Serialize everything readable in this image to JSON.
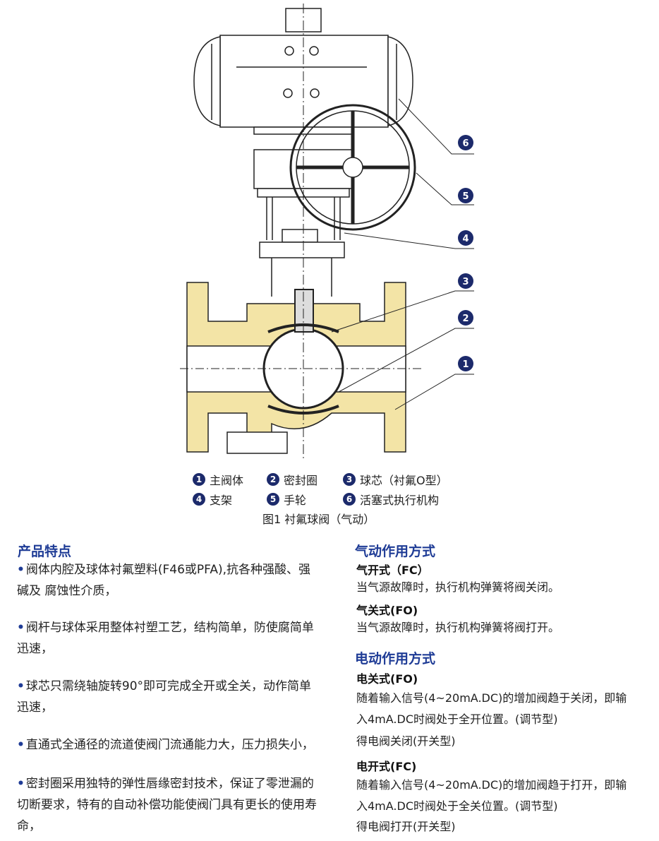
{
  "diagram": {
    "callouts": [
      "6",
      "5",
      "4",
      "3",
      "2",
      "1"
    ],
    "colors": {
      "body_fill": "#f3e4a6",
      "line": "#222222",
      "callout": "#1c2a6b"
    }
  },
  "legend": [
    {
      "num": "1",
      "label": "主阀体"
    },
    {
      "num": "2",
      "label": "密封圈"
    },
    {
      "num": "3",
      "label": "球芯（衬氟O型）"
    },
    {
      "num": "4",
      "label": "支架"
    },
    {
      "num": "5",
      "label": "手轮"
    },
    {
      "num": "6",
      "label": "活塞式执行机构"
    }
  ],
  "caption": "图1  衬氟球阀（气动）",
  "features": {
    "title": "产品特点",
    "items": [
      "阀体内腔及球体衬氟塑料(F46或PFA),抗各种强酸、强碱及 腐蚀性介质，",
      "阀杆与球体采用整体衬塑工艺，结构简单，防使腐简单迅速，",
      "球芯只需绕轴旋转90°即可完成全开或全关，动作简单迅速，",
      "直通式全通径的流道使阀门流通能力大，压力损失小，",
      "密封圈采用独特的弹性唇缘密封技术，保证了零泄漏的切断要求，特有的自动补偿功能使阀门具有更长的使用寿命，"
    ]
  },
  "pneumatic": {
    "title": "气动作用方式",
    "modes": [
      {
        "name": "气开式（FC）",
        "desc": "当气源故障时，执行机构弹簧将阀关闭。"
      },
      {
        "name": "气关式(FO)",
        "desc": "当气源故障时，执行机构弹簧将阀打开。"
      }
    ]
  },
  "electric": {
    "title": "电动作用方式",
    "modes": [
      {
        "name": "电关式(FO)",
        "lines": [
          "随着输入信号(4~20mA.DC)的增加阀趋于关闭，即输",
          "入4mA.DC时阀处于全开位置。(调节型)",
          "得电阀关闭(开关型)"
        ]
      },
      {
        "name": "电开式(FC)",
        "lines": [
          "随着输入信号(4~20mA.DC)的增加阀趋于打开，即输",
          "入4mA.DC时阀处于全关位置。(调节型)",
          "得电阀打开(开关型)"
        ]
      }
    ]
  }
}
